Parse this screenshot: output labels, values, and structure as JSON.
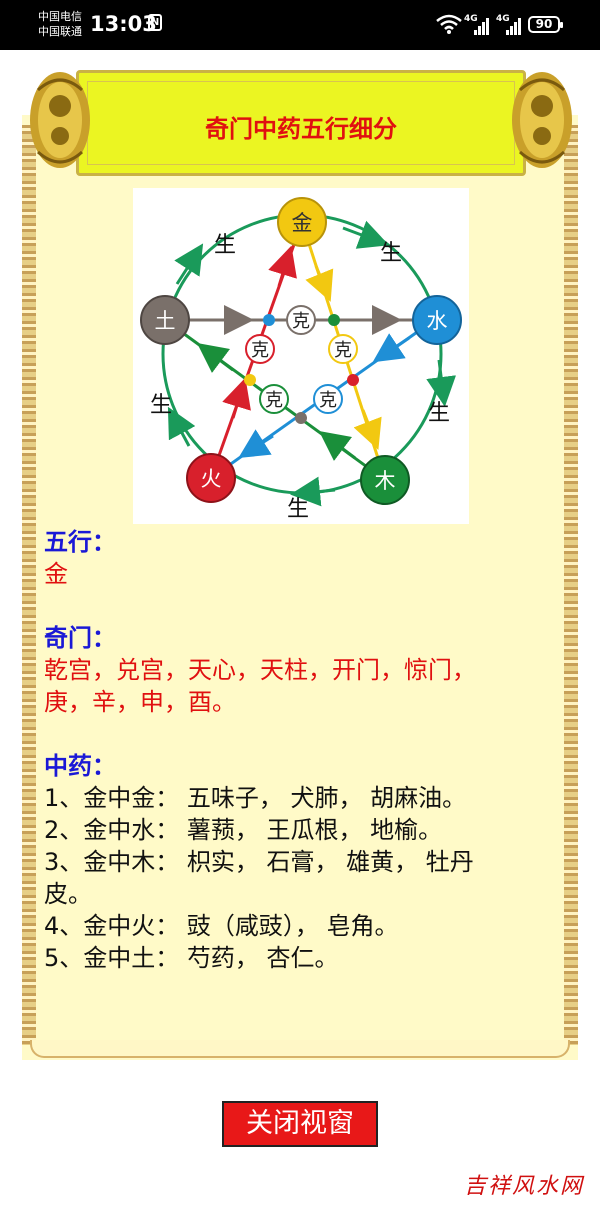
{
  "status_bar": {
    "carrier_1": "中国电信",
    "carrier_2": "中国联通",
    "time": "13:03",
    "nfc": "N",
    "network_1": "4G",
    "network_2": "4G",
    "battery": "90"
  },
  "banner": {
    "title": "奇门中药五行细分"
  },
  "diagram": {
    "elements": {
      "metal": "金",
      "water": "水",
      "wood": "木",
      "fire": "火",
      "earth": "土"
    },
    "generate_label": "生",
    "control_label": "克",
    "colors": {
      "metal": "#f2c811",
      "water": "#1f8fd6",
      "wood": "#1a8f3a",
      "fire": "#d8202c",
      "earth": "#7a706a",
      "generate": "#1a9a5a"
    }
  },
  "sections": {
    "wuxing": {
      "heading": "五行：",
      "value": "金"
    },
    "qimen": {
      "heading": "奇门：",
      "line_1": "乾宫，兑宫，天心，天柱，开门，惊门，",
      "line_2": "庚，辛，申，酉。"
    },
    "herbs": {
      "heading": "中药：",
      "items": [
        "1、金中金： 五味子， 犬肺， 胡麻油。",
        "2、金中水： 薯蓣， 王瓜根， 地榆。",
        "3、金中木： 枳实， 石膏， 雄黄， 牡丹",
        "皮。",
        "4、金中火： 豉（咸豉）， 皂角。",
        "5、金中土： 芍药， 杏仁。"
      ]
    }
  },
  "close_button": {
    "label": "关闭视窗"
  },
  "footer": {
    "logo_text": "吉祥风水网"
  }
}
